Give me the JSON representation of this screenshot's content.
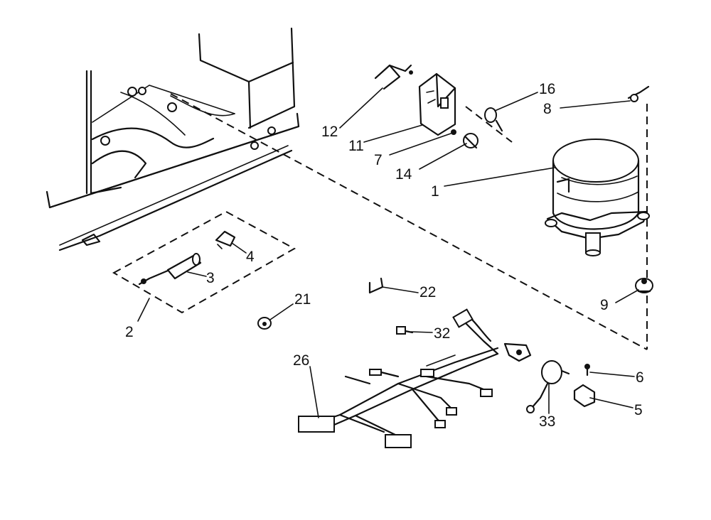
{
  "diagram": {
    "callouts": [
      {
        "id": "1",
        "text": "1"
      },
      {
        "id": "2",
        "text": "2"
      },
      {
        "id": "3",
        "text": "3"
      },
      {
        "id": "4",
        "text": "4"
      },
      {
        "id": "5",
        "text": "5"
      },
      {
        "id": "6",
        "text": "6"
      },
      {
        "id": "7",
        "text": "7"
      },
      {
        "id": "8",
        "text": "8"
      },
      {
        "id": "9",
        "text": "9"
      },
      {
        "id": "11",
        "text": "11"
      },
      {
        "id": "12",
        "text": "12"
      },
      {
        "id": "14",
        "text": "14"
      },
      {
        "id": "16",
        "text": "16"
      },
      {
        "id": "21",
        "text": "21"
      },
      {
        "id": "22",
        "text": "22"
      },
      {
        "id": "26",
        "text": "26"
      },
      {
        "id": "32",
        "text": "32"
      },
      {
        "id": "33",
        "text": "33"
      }
    ]
  }
}
